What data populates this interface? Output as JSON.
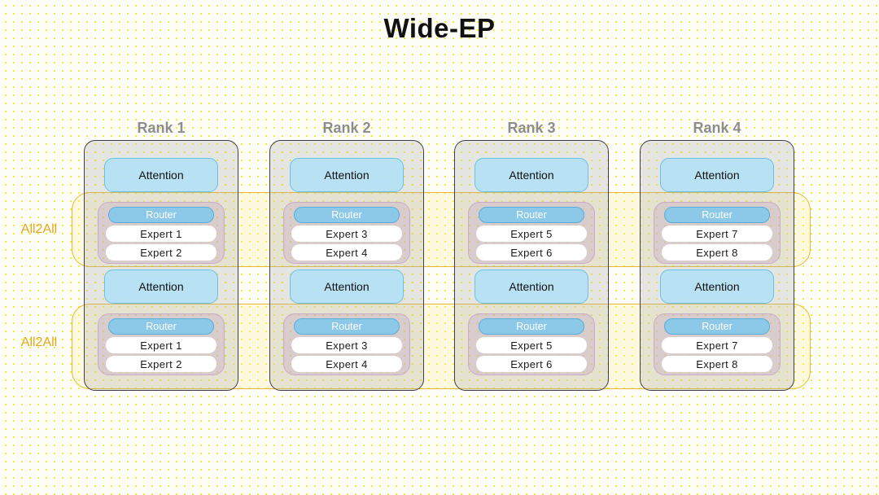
{
  "title": "Wide-EP",
  "colors": {
    "background": "#fdfdf8",
    "dot": "#f6ea3a",
    "title_text": "#111111",
    "rank_title": "#8d8d8d",
    "rank_box_border": "#3e3e4a",
    "attention_fill": "#b2e1f6",
    "attention_border": "#66c2ea",
    "router_fill": "#8cc9e9",
    "router_border": "#58aedd",
    "router_text": "#ffffff",
    "expert_fill": "#ffffff",
    "expert_text": "#1a1a1a",
    "moe_fill": "#cab0c8",
    "moe_border": "#cba9cd",
    "all2all_border": "#e8b92e",
    "all2all_text": "#e3a81f",
    "all2all_fill": "#faee96"
  },
  "all2all_bands": [
    {
      "label": "All2All"
    },
    {
      "label": "All2All"
    }
  ],
  "ranks": [
    {
      "title": "Rank 1",
      "layers": [
        {
          "attention": "Attention",
          "router": "Router",
          "experts": [
            "Expert 1",
            "Expert 2"
          ]
        },
        {
          "attention": "Attention",
          "router": "Router",
          "experts": [
            "Expert 1",
            "Expert 2"
          ]
        }
      ]
    },
    {
      "title": "Rank 2",
      "layers": [
        {
          "attention": "Attention",
          "router": "Router",
          "experts": [
            "Expert 3",
            "Expert 4"
          ]
        },
        {
          "attention": "Attention",
          "router": "Router",
          "experts": [
            "Expert 3",
            "Expert 4"
          ]
        }
      ]
    },
    {
      "title": "Rank 3",
      "layers": [
        {
          "attention": "Attention",
          "router": "Router",
          "experts": [
            "Expert 5",
            "Expert 6"
          ]
        },
        {
          "attention": "Attention",
          "router": "Router",
          "experts": [
            "Expert 5",
            "Expert 6"
          ]
        }
      ]
    },
    {
      "title": "Rank 4",
      "layers": [
        {
          "attention": "Attention",
          "router": "Router",
          "experts": [
            "Expert 7",
            "Expert 8"
          ]
        },
        {
          "attention": "Attention",
          "router": "Router",
          "experts": [
            "Expert 7",
            "Expert 8"
          ]
        }
      ]
    }
  ]
}
